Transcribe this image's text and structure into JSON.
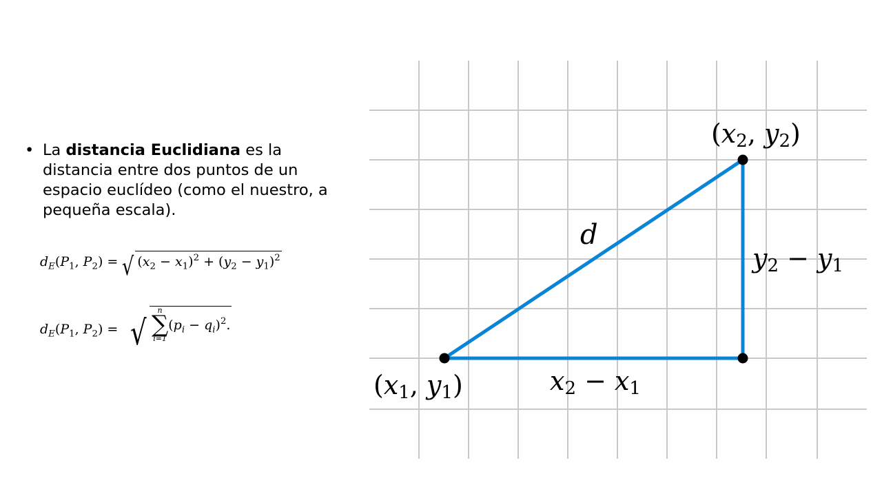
{
  "bullet": {
    "prefix": "La ",
    "bold": "distancia Euclidiana",
    "rest": " es la distancia entre dos puntos de un espacio euclídeo (como el nuestro, a pequeña escala)."
  },
  "formulas": {
    "lhs": "d_E(P_1, P_2) =",
    "eq1_radicand": "(x_2 − x_1)^2 + (y_2 − y_1)^2",
    "eq2_radicand": "Σ_{i=1}^{n} (p_i − q_i)^2."
  },
  "diagram": {
    "point1_label": "(x_1, y_1)",
    "point2_label": "(x_2, y_2)",
    "hypotenuse_label": "d",
    "horizontal_label": "x_2 − x_1",
    "vertical_label": "y_2 − y_1",
    "colors": {
      "triangle": "#0a84d6",
      "grid": "#c8c8c8",
      "points": "#000000"
    }
  }
}
